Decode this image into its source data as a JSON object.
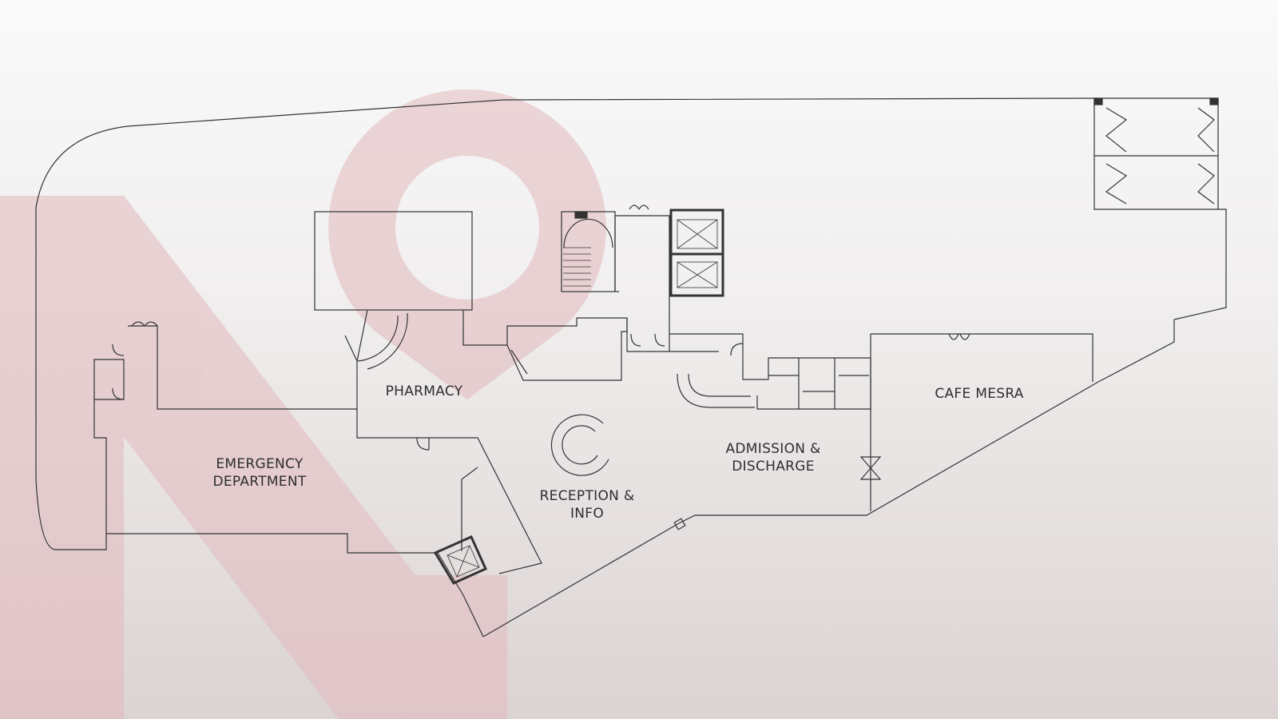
{
  "map": {
    "type": "floor-plan",
    "watermark_color": "#e6c3c6",
    "line_color": "#333333",
    "rooms": [
      {
        "id": "pharmacy",
        "label": "PHARMACY"
      },
      {
        "id": "emergency",
        "label_line1": "EMERGENCY",
        "label_line2": "DEPARTMENT"
      },
      {
        "id": "reception",
        "label_line1": "RECEPTION &",
        "label_line2": "INFO"
      },
      {
        "id": "admission",
        "label_line1": "ADMISSION &",
        "label_line2": "DISCHARGE"
      },
      {
        "id": "cafe",
        "label": "CAFE MESRA"
      }
    ]
  }
}
